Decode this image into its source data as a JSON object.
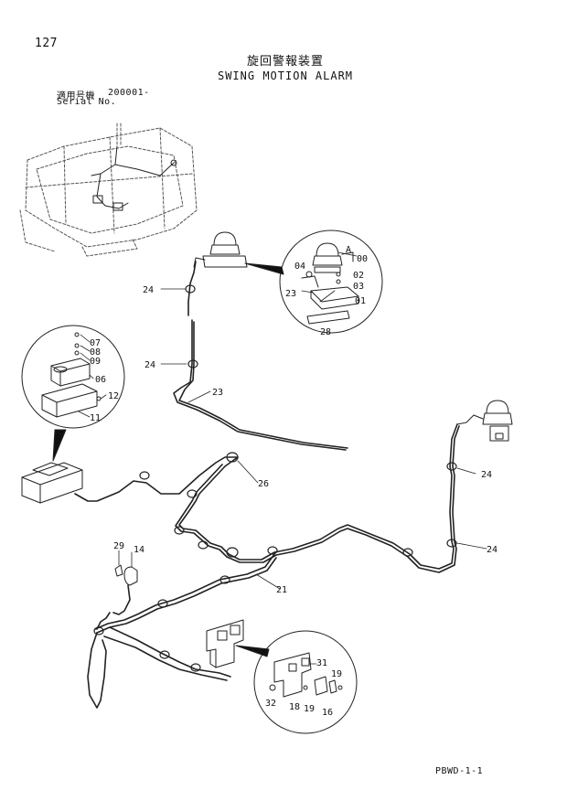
{
  "page_number": "127",
  "title_jp": "旋回警報装置",
  "title_en": "SWING MOTION ALARM",
  "serial": {
    "label_jp": "適用号機",
    "value": "200001-",
    "label_en": "Serial No."
  },
  "footer_code": "PBWD-1-1",
  "part_labels": {
    "p00": "00",
    "pA": "A",
    "p01": "01",
    "p02": "02",
    "p03": "03",
    "p04": "04",
    "p06": "06",
    "p07": "07",
    "p08": "08",
    "p09": "09",
    "p11": "11",
    "p12": "12",
    "p14": "14",
    "p16": "16",
    "p18": "18",
    "p19a": "19",
    "p19b": "19",
    "p21": "21",
    "p23a": "23",
    "p23b": "23",
    "p24a": "24",
    "p24b": "24",
    "p24c": "24",
    "p24d": "24",
    "p26": "26",
    "p28": "28",
    "p29": "29",
    "p31": "31",
    "p32": "32"
  }
}
